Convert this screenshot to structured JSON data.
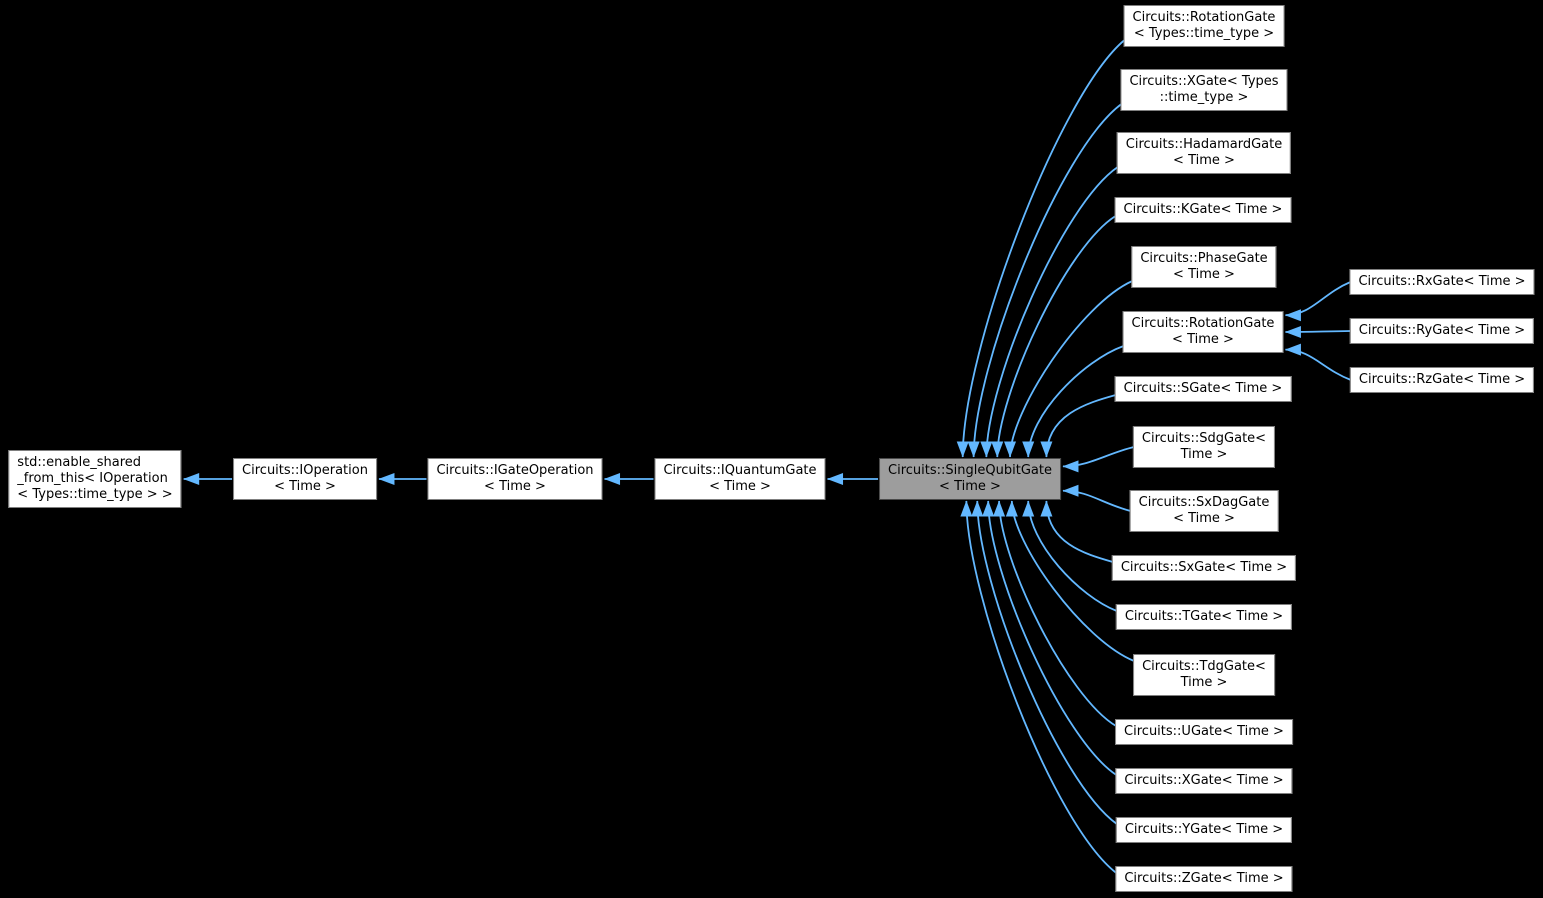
{
  "diagram": {
    "kind": "class-inheritance-graph",
    "colors": {
      "background": "#000000",
      "node_fill": "#ffffff",
      "node_border": "#7f7f7f",
      "selected_fill": "#9d9d9d",
      "selected_border": "#4a4a4a",
      "edge": "#63b8ff",
      "text": "#000000"
    },
    "nodes": {
      "enable_shared": {
        "label": "std::enable_shared\n_from_this< IOperation\n< Types::time_type > >"
      },
      "ioperation": {
        "label": "Circuits::IOperation\n< Time >"
      },
      "igateoperation": {
        "label": "Circuits::IGateOperation\n< Time >"
      },
      "iquantumgate": {
        "label": "Circuits::IQuantumGate\n< Time >"
      },
      "singlequbitgate": {
        "label": "Circuits::SingleQubitGate\n< Time >",
        "highlighted": true
      },
      "rotationgate_types": {
        "label": "Circuits::RotationGate\n< Types::time_type >"
      },
      "xgate_types": {
        "label": "Circuits::XGate< Types\n::time_type >"
      },
      "hadamardgate": {
        "label": "Circuits::HadamardGate\n< Time >"
      },
      "kgate": {
        "label": "Circuits::KGate< Time >"
      },
      "phasegate": {
        "label": "Circuits::PhaseGate\n< Time >"
      },
      "rotationgate": {
        "label": "Circuits::RotationGate\n< Time >"
      },
      "sgate": {
        "label": "Circuits::SGate< Time >"
      },
      "sdggate": {
        "label": "Circuits::SdgGate<\nTime >"
      },
      "sxdaggate": {
        "label": "Circuits::SxDagGate\n< Time >"
      },
      "sxgate": {
        "label": "Circuits::SxGate< Time >"
      },
      "tgate": {
        "label": "Circuits::TGate< Time >"
      },
      "tdggate": {
        "label": "Circuits::TdgGate<\nTime >"
      },
      "ugate": {
        "label": "Circuits::UGate< Time >"
      },
      "xgate": {
        "label": "Circuits::XGate< Time >"
      },
      "ygate": {
        "label": "Circuits::YGate< Time >"
      },
      "zgate": {
        "label": "Circuits::ZGate< Time >"
      },
      "rxgate": {
        "label": "Circuits::RxGate< Time >"
      },
      "rygate": {
        "label": "Circuits::RyGate< Time >"
      },
      "rzgate": {
        "label": "Circuits::RzGate< Time >"
      }
    }
  }
}
